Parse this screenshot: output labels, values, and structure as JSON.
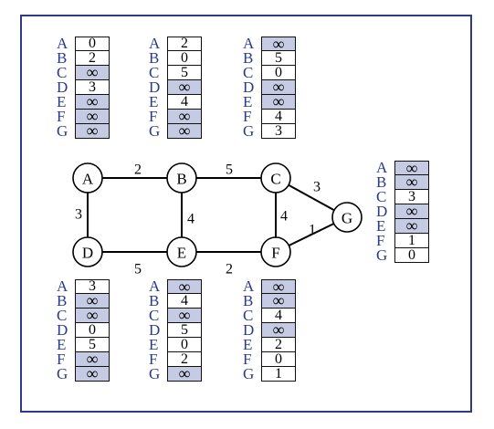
{
  "colors": {
    "frame": "#2c3a8c",
    "label": "#2c3a8c",
    "infinity_fill": "#c5cbe3"
  },
  "row_labels": [
    "A",
    "B",
    "C",
    "D",
    "E",
    "F",
    "G"
  ],
  "nodes": [
    {
      "id": "A",
      "label": "A"
    },
    {
      "id": "B",
      "label": "B"
    },
    {
      "id": "C",
      "label": "C"
    },
    {
      "id": "D",
      "label": "D"
    },
    {
      "id": "E",
      "label": "E"
    },
    {
      "id": "F",
      "label": "F"
    },
    {
      "id": "G",
      "label": "G"
    }
  ],
  "edges": [
    {
      "from": "A",
      "to": "B",
      "weight": "2"
    },
    {
      "from": "B",
      "to": "C",
      "weight": "5"
    },
    {
      "from": "C",
      "to": "G",
      "weight": "3"
    },
    {
      "from": "A",
      "to": "D",
      "weight": "3"
    },
    {
      "from": "B",
      "to": "E",
      "weight": "4"
    },
    {
      "from": "C",
      "to": "F",
      "weight": "4"
    },
    {
      "from": "F",
      "to": "G",
      "weight": "1"
    },
    {
      "from": "D",
      "to": "E",
      "weight": "5"
    },
    {
      "from": "E",
      "to": "F",
      "weight": "2"
    }
  ],
  "tables": {
    "A": [
      "0",
      "2",
      "∞",
      "3",
      "∞",
      "∞",
      "∞"
    ],
    "B": [
      "2",
      "0",
      "5",
      "∞",
      "4",
      "∞",
      "∞"
    ],
    "C": [
      "∞",
      "5",
      "0",
      "∞",
      "∞",
      "4",
      "3"
    ],
    "D": [
      "3",
      "∞",
      "∞",
      "0",
      "5",
      "∞",
      "∞"
    ],
    "E": [
      "∞",
      "4",
      "∞",
      "5",
      "0",
      "2",
      "∞"
    ],
    "F": [
      "∞",
      "∞",
      "4",
      "∞",
      "2",
      "0",
      "1"
    ],
    "G": [
      "∞",
      "∞",
      "3",
      "∞",
      "∞",
      "1",
      "0"
    ]
  }
}
